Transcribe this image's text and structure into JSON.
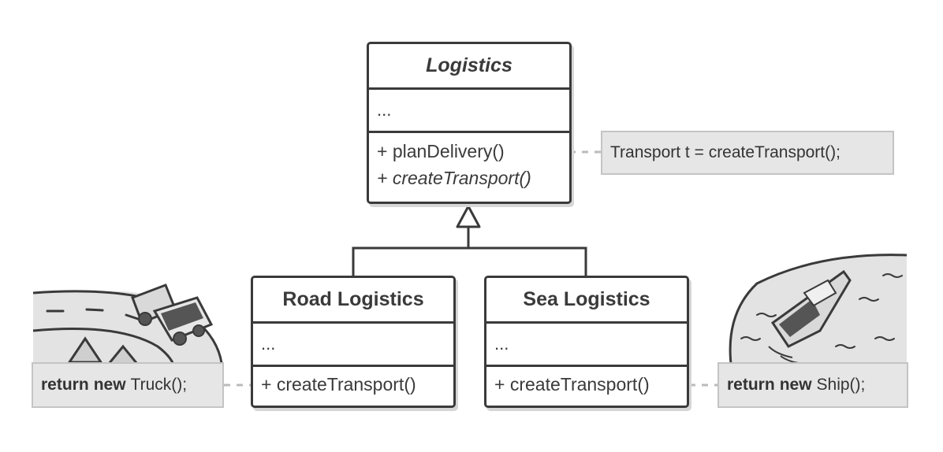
{
  "classes": {
    "logistics": {
      "name": "Logistics",
      "fields": "...",
      "methods": [
        "+ planDelivery()",
        "+ createTransport()"
      ]
    },
    "road": {
      "name": "Road Logistics",
      "fields": "...",
      "methods": [
        "+ createTransport()"
      ]
    },
    "sea": {
      "name": "Sea Logistics",
      "fields": "...",
      "methods": [
        "+ createTransport()"
      ]
    }
  },
  "notes": {
    "plan": "Transport t = createTransport();",
    "road": {
      "keyword1": "return",
      "keyword2": "new",
      "rest": "Truck();"
    },
    "sea": {
      "keyword1": "return",
      "keyword2": "new",
      "rest": "Ship();"
    }
  },
  "illustrations": [
    "truck-on-road-icon",
    "boat-on-water-icon"
  ],
  "colors": {
    "stroke": "#3a3a3a",
    "note_fill": "#e6e6e6",
    "connector": "#bbbbbb"
  }
}
